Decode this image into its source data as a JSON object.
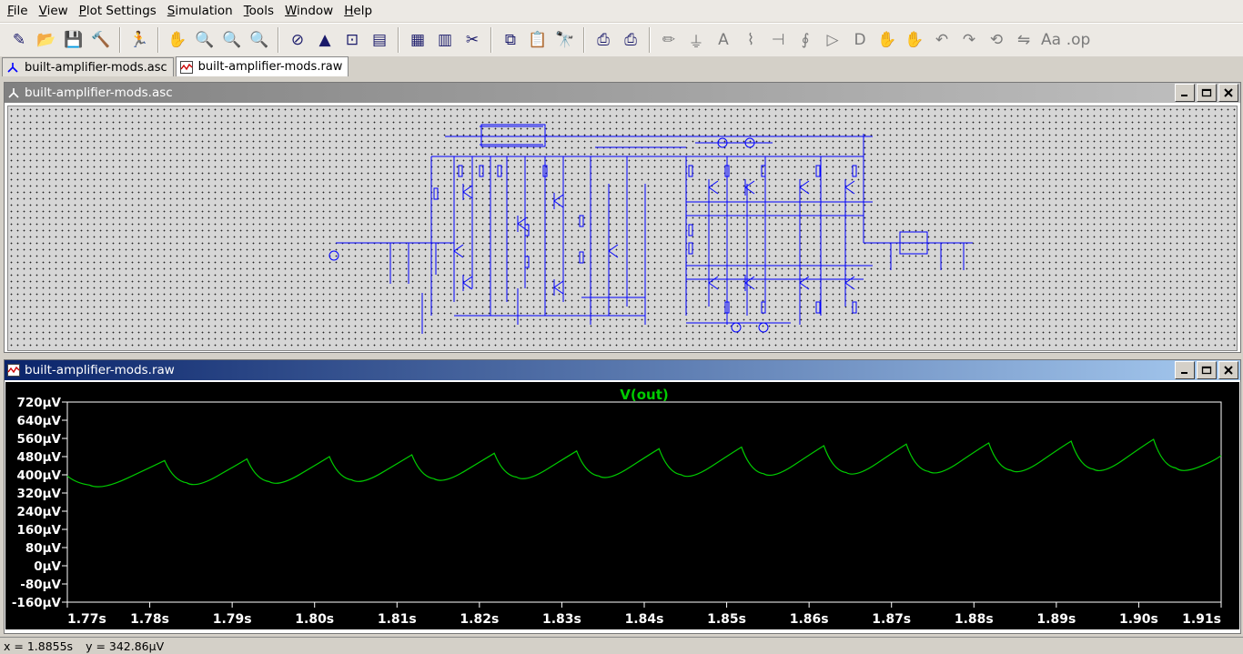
{
  "menu": [
    "File",
    "View",
    "Plot Settings",
    "Simulation",
    "Tools",
    "Window",
    "Help"
  ],
  "tabs": [
    {
      "label": "built-amplifier-mods.asc",
      "active": false
    },
    {
      "label": "built-amplifier-mods.raw",
      "active": true
    }
  ],
  "schematic_window": {
    "title": "built-amplifier-mods.asc"
  },
  "plot_window": {
    "title": "built-amplifier-mods.raw"
  },
  "status": {
    "x": "x = 1.8855s",
    "y": "y = 342.86µV"
  },
  "colors": {
    "trace": "#00cc00",
    "title_active": "#0a246a",
    "schematic_wire": "#0000ff"
  },
  "toolbar_icons": [
    "new-schematic-icon",
    "open-icon",
    "save-icon",
    "control-panel-icon",
    "run-icon",
    "halt-icon",
    "zoom-in-icon",
    "zoom-full-icon",
    "zoom-out-icon",
    "zoom-cancel-icon",
    "autorange-icon",
    "measure-icon",
    "tile-horizontal-icon",
    "cascade-icon",
    "tile-vertical-icon",
    "cut-icon",
    "copy-icon",
    "paste-icon",
    "find-icon",
    "print-icon",
    "print-setup-icon",
    "wire-icon",
    "ground-icon",
    "label-icon",
    "resistor-icon",
    "capacitor-icon",
    "inductor-icon",
    "diode-icon",
    "component-icon",
    "move-icon",
    "drag-icon",
    "undo-icon",
    "redo-icon",
    "rotate-icon",
    "mirror-icon",
    "text-icon",
    "spice-directive-icon"
  ],
  "chart_data": {
    "type": "line",
    "title": "V(out)",
    "xlabel": "",
    "ylabel": "",
    "xlim": [
      1.77,
      1.91
    ],
    "ylim": [
      -160,
      720
    ],
    "x_ticks": [
      "1.77s",
      "1.78s",
      "1.79s",
      "1.80s",
      "1.81s",
      "1.82s",
      "1.83s",
      "1.84s",
      "1.85s",
      "1.86s",
      "1.87s",
      "1.88s",
      "1.89s",
      "1.90s",
      "1.91s"
    ],
    "y_ticks": [
      "720µV",
      "640µV",
      "560µV",
      "480µV",
      "400µV",
      "320µV",
      "240µV",
      "160µV",
      "80µV",
      "0µV",
      "-80µV",
      "-160µV"
    ],
    "grid": false,
    "series": [
      {
        "name": "V(out)",
        "x": [
          1.77,
          1.7727,
          1.7818,
          1.7845,
          1.7918,
          1.7945,
          1.8018,
          1.8045,
          1.8118,
          1.8145,
          1.8218,
          1.8245,
          1.8318,
          1.8345,
          1.8418,
          1.8445,
          1.8518,
          1.8545,
          1.8618,
          1.8645,
          1.8718,
          1.8745,
          1.8818,
          1.8845,
          1.8918,
          1.8945,
          1.9018,
          1.9045,
          1.91
        ],
        "y": [
          395,
          355,
          463,
          365,
          470,
          370,
          480,
          378,
          488,
          383,
          495,
          390,
          505,
          395,
          515,
          400,
          522,
          405,
          528,
          410,
          535,
          415,
          540,
          420,
          548,
          425,
          556,
          430,
          485
        ]
      }
    ]
  }
}
